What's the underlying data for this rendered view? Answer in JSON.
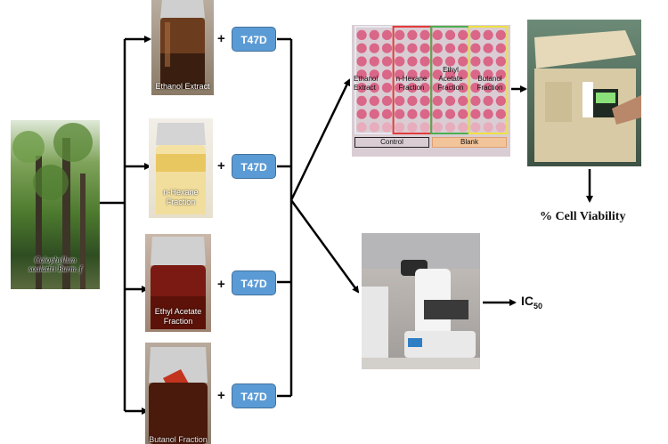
{
  "source": {
    "caption": "Calophyllum\nsoulattri Burm. f"
  },
  "samples": [
    {
      "label": "Ethanol Extract"
    },
    {
      "label": "n-Hexane\nFraction"
    },
    {
      "label": "Ethyl Acetate\nFraction"
    },
    {
      "label": "Butanol Fraction"
    }
  ],
  "cell_line": "T47D",
  "plus": "+",
  "plate": {
    "columns": [
      "Ethanol\nExtract",
      "n-Hexane\nFraction",
      "Ethyl\nAcetate\nFraction",
      "Butanol\nFraction"
    ],
    "control": "Control",
    "blank": "Blank",
    "column_colors": [
      "#e8e8f0",
      "#e53b3b",
      "#4caf50",
      "#f0e040"
    ]
  },
  "results": {
    "viability": "% Cell Viability",
    "ic50_main": "IC",
    "ic50_sub": "50"
  }
}
